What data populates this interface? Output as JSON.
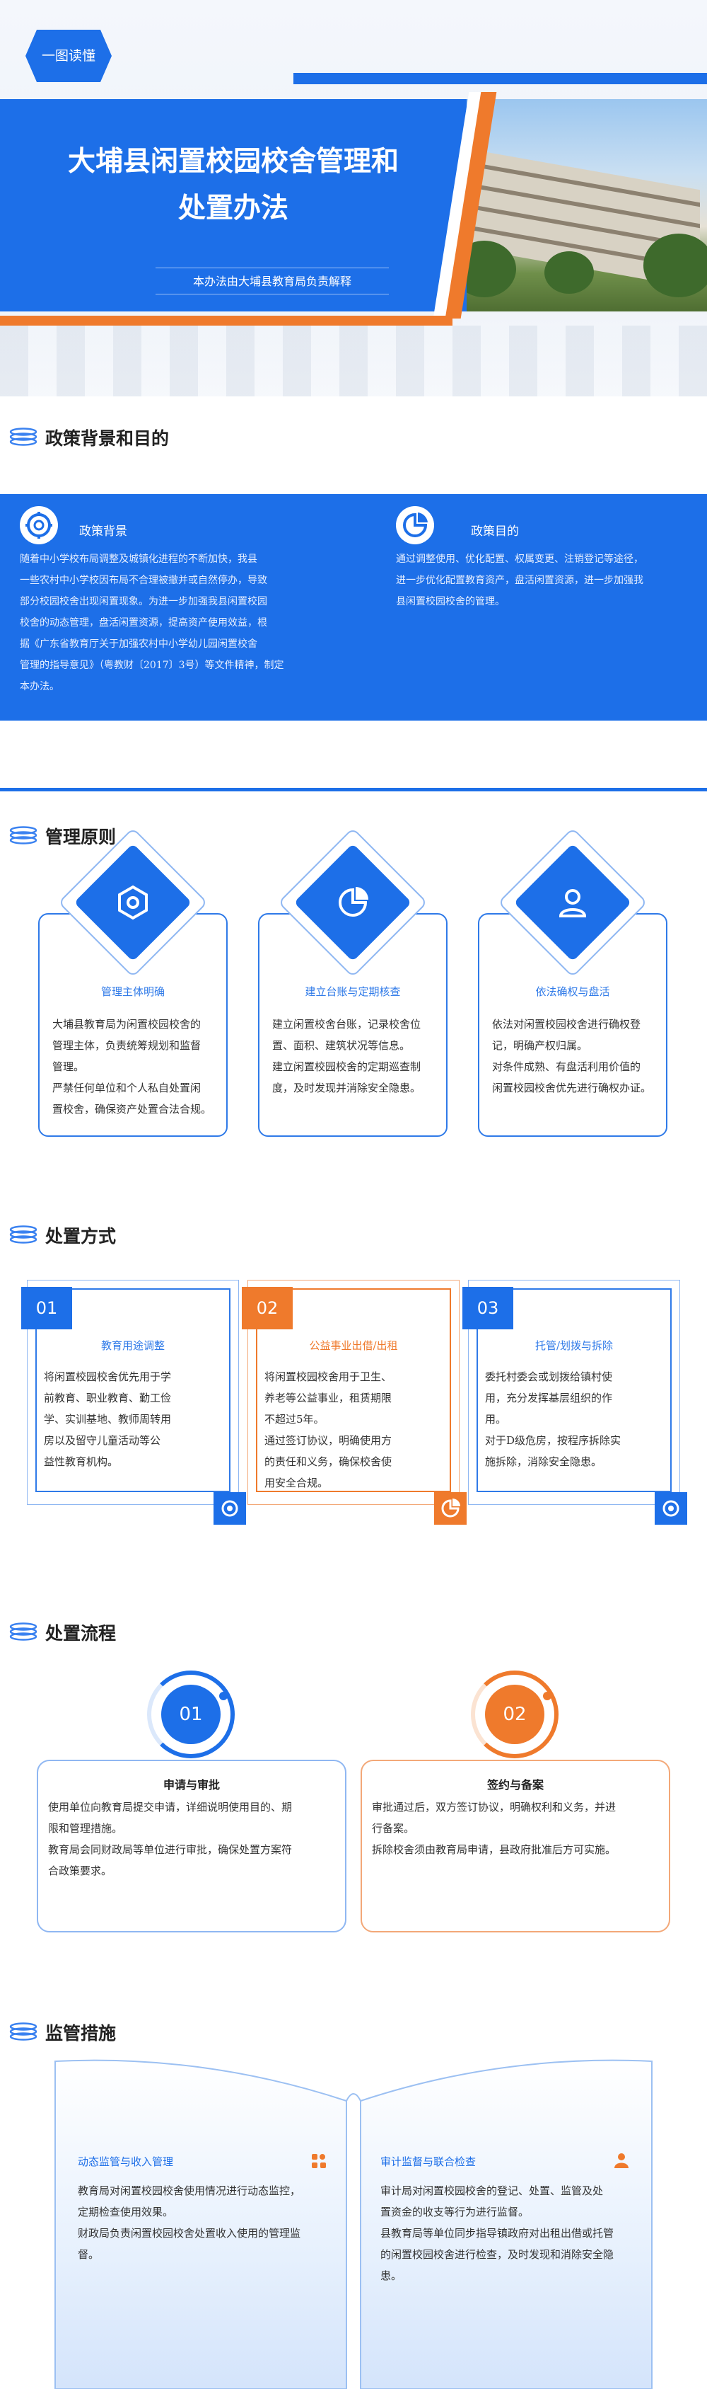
{
  "hero": {
    "badge": "一图读懂",
    "title_line1": "大埔县闲置校园校舍管理和",
    "title_line2": "处置办法",
    "subtitle": "本办法由大埔县教育局负责解释"
  },
  "colors": {
    "primary": "#1d6fe8",
    "accent": "#ef7a2c"
  },
  "section1": {
    "heading": "政策背景和目的",
    "background": {
      "label": "政策背景",
      "icon": "gear-icon",
      "lines": [
        "随着中小学校布局调整及城镇化进程的不断加快，我县",
        "一些农村中小学校因布局不合理被撤并或自然停办，导致",
        "部分校园校舍出现闲置现象。为进一步加强我县闲置校园",
        "校舍的动态管理，盘活闲置资源，提高资产使用效益，根",
        "据《广东省教育厅关于加强农村中小学幼儿园闲置校舍",
        "管理的指导意见》（粤教财〔2017〕3号）等文件精神，制定",
        "本办法。"
      ]
    },
    "purpose": {
      "label": "政策目的",
      "icon": "pie-chart-icon",
      "lines": [
        "通过调整使用、优化配置、权属变更、注销登记等途径，",
        "进一步优化配置教育资产，盘活闲置资源，进一步加强我",
        "县闲置校园校舍的管理。"
      ]
    }
  },
  "section2": {
    "heading": "管理原则",
    "cards": [
      {
        "icon": "hexagon-nut-icon",
        "title": "管理主体明确",
        "lines": [
          "大埔县教育局为闲置校园校舍的",
          "管理主体，负责统筹规划和监督",
          "管理。",
          "严禁任何单位和个人私自处置闲",
          "置校舍，确保资产处置合法合规。"
        ]
      },
      {
        "icon": "pie-chart-icon",
        "title": "建立台账与定期核查",
        "lines": [
          "建立闲置校舍台账，记录校舍位",
          "置、面积、建筑状况等信息。",
          "建立闲置校园校舍的定期巡查制",
          "度，及时发现并消除安全隐患。"
        ]
      },
      {
        "icon": "user-icon",
        "title": "依法确权与盘活",
        "lines": [
          "依法对闲置校园校舍进行确权登",
          "记，明确产权归属。",
          "对条件成熟、有盘活利用价值的",
          "闲置校园校舍优先进行确权办证。"
        ]
      }
    ]
  },
  "section3": {
    "heading": "处置方式",
    "cards": [
      {
        "num": "01",
        "title": "教育用途调整",
        "icon": "gear-icon",
        "lines": [
          "将闲置校园校舍优先用于学",
          "前教育、职业教育、勤工俭",
          "学、实训基地、教师周转用",
          "房以及留守儿童活动等公",
          "益性教育机构。"
        ]
      },
      {
        "num": "02",
        "title": "公益事业出借/出租",
        "icon": "pie-chart-icon",
        "lines": [
          "将闲置校园校舍用于卫生、",
          "养老等公益事业，租赁期限",
          "不超过5年。",
          "通过签订协议，明确使用方",
          "的责任和义务，确保校舍使",
          "用安全合规。"
        ]
      },
      {
        "num": "03",
        "title": "托管/划拨与拆除",
        "icon": "gear-icon",
        "lines": [
          "委托村委会或划拨给镇村使",
          "用，充分发挥基层组织的作",
          "用。",
          "对于D级危房，按程序拆除实",
          "施拆除，消除安全隐患。"
        ]
      }
    ]
  },
  "section4": {
    "heading": "处置流程",
    "steps": [
      {
        "num": "01",
        "title": "申请与审批",
        "lines": [
          "使用单位向教育局提交申请，详细说明使用目的、期",
          "限和管理措施。",
          "教育局会同财政局等单位进行审批，确保处置方案符",
          "合政策要求。"
        ]
      },
      {
        "num": "02",
        "title": "签约与备案",
        "lines": [
          "审批通过后，双方签订协议，明确权利和义务，并进",
          "行备案。",
          "拆除校舍须由教育局申请，县政府批准后方可实施。"
        ]
      }
    ]
  },
  "section5": {
    "heading": "监管措施",
    "left": {
      "title": "动态监管与收入管理",
      "icon": "grid-icon",
      "lines": [
        "教育局对闲置校园校舍使用情况进行动态监控，",
        "定期检查使用效果。",
        "财政局负责闲置校园校舍处置收入使用的管理监",
        "督。"
      ]
    },
    "right": {
      "title": "审计监督与联合检查",
      "icon": "person-icon",
      "lines": [
        "审计局对闲置校园校舍的登记、处置、监管及处",
        "置资金的收支等行为进行监督。",
        "县教育局等单位同步指导镇政府对出租出借或托管",
        "的闲置校园校舍进行检查，及时发现和消除安全隐",
        "患。"
      ]
    }
  }
}
